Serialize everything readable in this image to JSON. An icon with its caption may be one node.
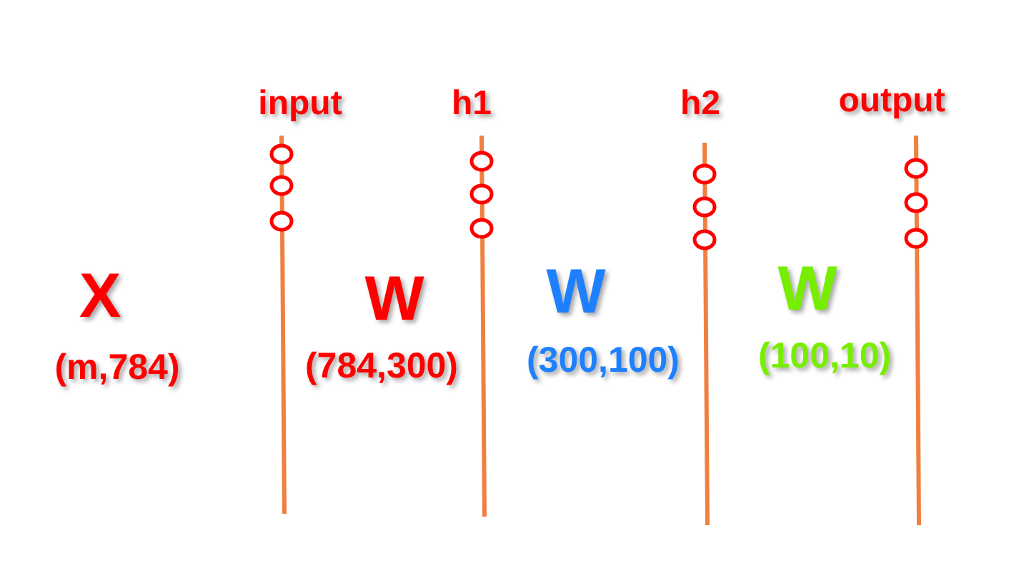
{
  "diagram": {
    "labels": [
      "input",
      "h1",
      "h2",
      "output",
      "X",
      "W",
      "W",
      "W",
      "(m,784)",
      "(784,300)",
      "(300,100)",
      "(100,10)"
    ]
  }
}
